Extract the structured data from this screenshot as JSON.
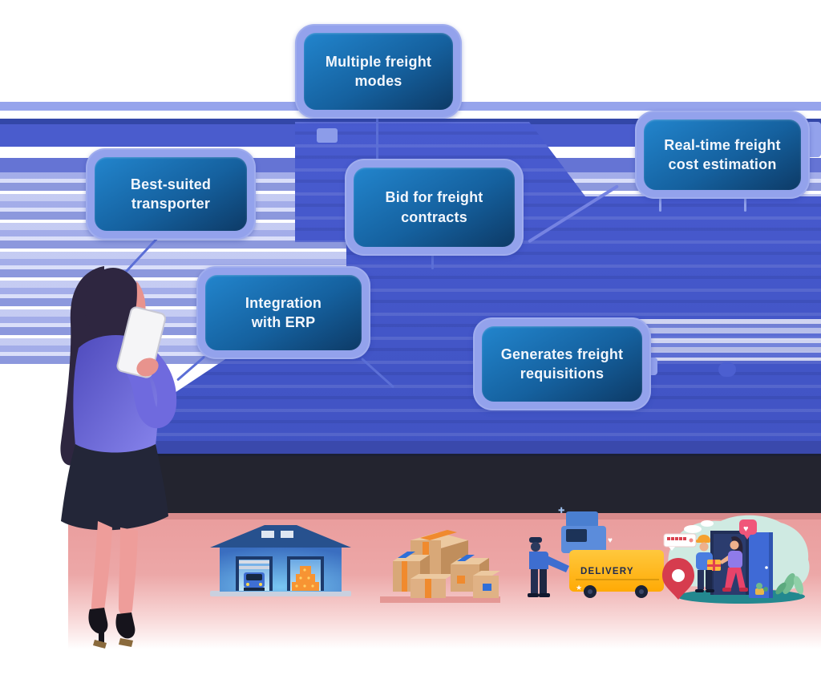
{
  "page": {
    "description": "Freight management software features infographic"
  },
  "boxes": [
    {
      "id": "multiple-freight-modes",
      "label": "Multiple freight\nmodes"
    },
    {
      "id": "best-suited-transporter",
      "label": "Best-suited\ntransporter"
    },
    {
      "id": "bid-for-freight-contracts",
      "label": "Bid for freight\ncontracts"
    },
    {
      "id": "real-time-freight-cost-estimation",
      "label": "Real-time freight\ncost estimation"
    },
    {
      "id": "integration-with-erp",
      "label": "Integration\nwith ERP"
    },
    {
      "id": "generates-freight-requisitions",
      "label": "Generates freight\nrequisitions"
    }
  ],
  "truck": {
    "label": "DELIVERY"
  },
  "icons": {
    "heart": "♥",
    "star": "★",
    "plus": "✚"
  },
  "colors": {
    "band_blue": "#4456c8",
    "box_border": "#93a2ec",
    "box_gradient_top": "#2285cd",
    "box_gradient_bottom": "#0d3a66",
    "dark_band": "#23242f",
    "ground_pink": "#e99898",
    "truck_yellow": "#ffc22e",
    "warehouse_blue": "#4077c8",
    "carton_tan": "#d8a878",
    "pin_red": "#d63c4e",
    "mint_blob": "#cfeae2",
    "teal_ground": "#23888f"
  },
  "illustrations": [
    {
      "name": "woman-with-phone"
    },
    {
      "name": "warehouse"
    },
    {
      "name": "cardboard-boxes"
    },
    {
      "name": "delivery-truck"
    },
    {
      "name": "home-delivery"
    }
  ]
}
